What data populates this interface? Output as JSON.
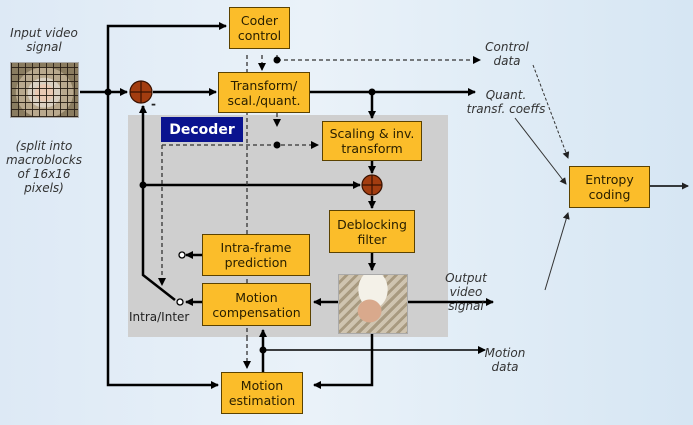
{
  "diagram": {
    "title": "H.264 video encoder block diagram",
    "blocks": {
      "coder_control": "Coder\ncontrol",
      "transform": "Transform/\nscal./quant.",
      "scaling_inv": "Scaling & inv.\ntransform",
      "deblocking": "Deblocking\nfilter",
      "intra_pred": "Intra-frame\nprediction",
      "motion_comp": "Motion\ncompensation",
      "motion_est": "Motion\nestimation",
      "entropy": "Entropy\ncoding"
    },
    "decoder_label": "Decoder",
    "labels": {
      "input": "Input video\nsignal",
      "split": "(split into\nmacroblocks\nof 16x16\npixels)",
      "control_data": "Control\ndata",
      "quant_coeffs": "Quant.\ntransf. coeffs",
      "output": "Output\nvideo\nsignal",
      "motion_data": "Motion\ndata",
      "intra_inter": "Intra/Inter",
      "minus": "-"
    },
    "colors": {
      "block": "#fbbd2a",
      "decoder_tag": "#0a138f",
      "panel": "#cfcfcf",
      "sum_node": "#a33d10"
    }
  }
}
